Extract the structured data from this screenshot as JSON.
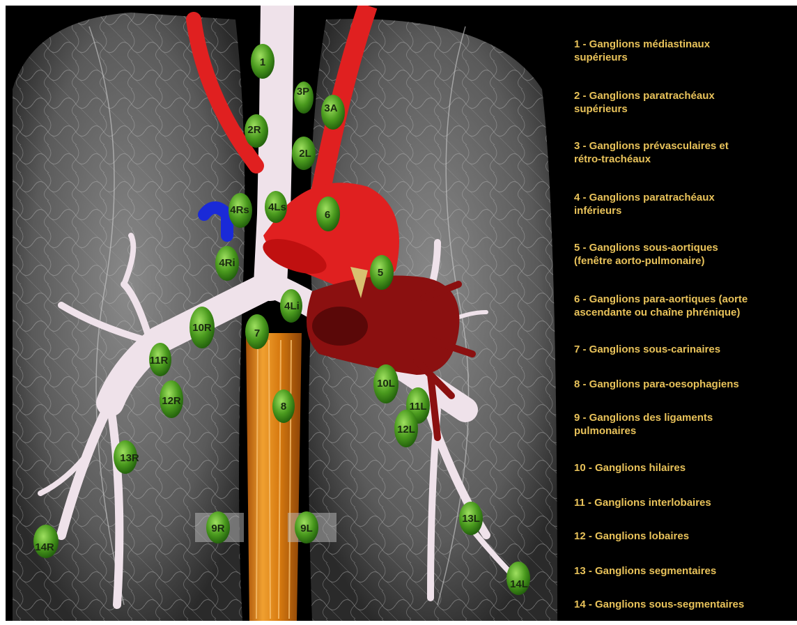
{
  "legend": [
    {
      "text": "1 - Ganglions médiastinaux\nsupérieurs"
    },
    {
      "text": "2 - Ganglions paratrachéaux\nsupérieurs"
    },
    {
      "text": "3 - Ganglions prévasculaires et\nrétro-trachéaux"
    },
    {
      "text": "4 - Ganglions paratrachéaux\ninférieurs"
    },
    {
      "text": "5 - Ganglions sous-aortiques\n(fenêtre aorto-pulmonaire)"
    },
    {
      "text": "6 - Ganglions para-aortiques (aorte\nascendante ou chaîne phrénique)"
    },
    {
      "text": "7 - Ganglions sous-carinaires"
    },
    {
      "text": "8 - Ganglions para-oesophagiens"
    },
    {
      "text": "9  - Ganglions des ligaments\npulmonaires"
    },
    {
      "text": "10 - Ganglions hilaires"
    },
    {
      "text": "11 - Ganglions interlobaires"
    },
    {
      "text": "12 - Ganglions lobaires"
    },
    {
      "text": "13 - Ganglions segmentaires"
    },
    {
      "text": "14 - Ganglions sous-segmentaires"
    }
  ],
  "nodes": [
    {
      "label": "1"
    },
    {
      "label": "2R"
    },
    {
      "label": "2L"
    },
    {
      "label": "3P"
    },
    {
      "label": "3A"
    },
    {
      "label": "4Rs"
    },
    {
      "label": "4Ls"
    },
    {
      "label": "4Ri"
    },
    {
      "label": "4Li"
    },
    {
      "label": "5"
    },
    {
      "label": "6"
    },
    {
      "label": "7"
    },
    {
      "label": "8"
    },
    {
      "label": "10R"
    },
    {
      "label": "11R"
    },
    {
      "label": "12R"
    },
    {
      "label": "13R"
    },
    {
      "label": "14R"
    },
    {
      "label": "10L"
    },
    {
      "label": "11L"
    },
    {
      "label": "12L"
    },
    {
      "label": "13L"
    },
    {
      "label": "14L"
    },
    {
      "label": "9R"
    },
    {
      "label": "9L"
    }
  ],
  "colors": {
    "background": "#000000",
    "legend_text": "#e8c25a",
    "node_fill": "#4a9a1e",
    "aorta": "#e02020",
    "heart": "#8b1010",
    "vein": "#1a2ad8",
    "esophagus": "#d77a10",
    "airway": "#efe2ea"
  }
}
